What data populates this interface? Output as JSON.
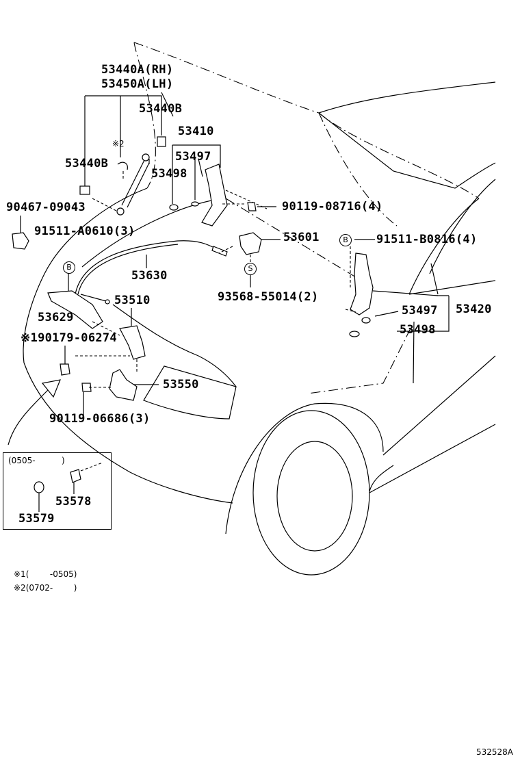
{
  "diagram": {
    "labels": {
      "p53440a_rh": "53440A(RH)",
      "p53450a_lh": "53450A(LH)",
      "p53440b_top": "53440B",
      "p53410": "53410",
      "note2_mark": "※2",
      "p53497_top": "53497",
      "p53440b_left": "53440B",
      "p53498_top": "53498",
      "p90467": "90467-09043",
      "p90119_08716": "90119-08716(4)",
      "p91511_a0610": "91511-A0610(3)",
      "p53601": "53601",
      "p91511_b0816": "91511-B0816(4)",
      "p53630": "53630",
      "p93568": "93568-55014(2)",
      "p53510": "53510",
      "p53629": "53629",
      "p53497_right": "53497",
      "p53420": "53420",
      "p90179": "※190179-06274",
      "p53498_right": "53498",
      "p53550": "53550",
      "p90119_06686": "90119-06686(3)",
      "inset_range": "(0505-",
      "inset_range_close": ")",
      "p53578": "53578",
      "p53579": "53579"
    },
    "circle_marks": {
      "b_left": "B",
      "b_right": "B",
      "s_mark": "S"
    },
    "notes": [
      {
        "mark": "※1",
        "text": "(        -0505)"
      },
      {
        "mark": "※2",
        "text": "(0702-        )"
      }
    ],
    "figure_id": "532528A"
  }
}
